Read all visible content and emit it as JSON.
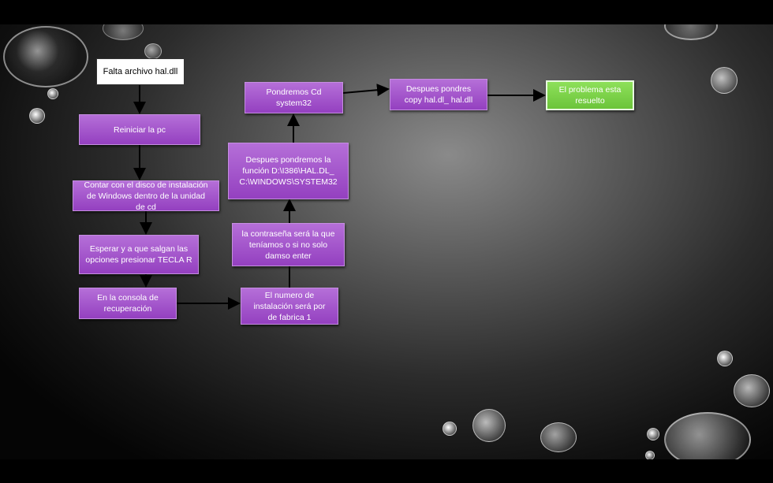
{
  "diagram": {
    "nodes": [
      {
        "id": "n1",
        "text": "Falta archivo hal.dll",
        "kind": "start"
      },
      {
        "id": "n2",
        "text": "Reiniciar la pc",
        "kind": "step"
      },
      {
        "id": "n3",
        "text": "Contar con el disco de instalación\nde Windows  dentro de la unidad\nde cd",
        "kind": "step"
      },
      {
        "id": "n4",
        "text": "Esperar y a que salgan las\nopciones presionar TECLA R",
        "kind": "step"
      },
      {
        "id": "n5",
        "text": "En la consola de\nrecuperación",
        "kind": "step"
      },
      {
        "id": "n6",
        "text": "El numero de\ninstalación será por\nde fabrica 1",
        "kind": "step"
      },
      {
        "id": "n7",
        "text": "la contraseña será la que\nteníamos o si no solo\ndamso enter",
        "kind": "step"
      },
      {
        "id": "n8",
        "text": "Despues pondremos la\nfunción D:\\I386\\HAL.DL_\nC:\\WINDOWS\\SYSTEM32",
        "kind": "step"
      },
      {
        "id": "n9",
        "text": "Pondremos Cd\nsystem32",
        "kind": "step"
      },
      {
        "id": "n10",
        "text": "Despues pondres\ncopy hal.dl_ hal.dll",
        "kind": "step"
      },
      {
        "id": "n11",
        "text": "El problema esta\nresuelto",
        "kind": "end"
      }
    ],
    "edges": [
      [
        "n1",
        "n2"
      ],
      [
        "n2",
        "n3"
      ],
      [
        "n3",
        "n4"
      ],
      [
        "n4",
        "n5"
      ],
      [
        "n5",
        "n6"
      ],
      [
        "n6",
        "n7"
      ],
      [
        "n7",
        "n8"
      ],
      [
        "n8",
        "n9"
      ],
      [
        "n9",
        "n10"
      ],
      [
        "n10",
        "n11"
      ]
    ]
  },
  "colors": {
    "step_fill": "#a55ad0",
    "end_fill": "#7cd048",
    "start_fill": "#ffffff",
    "arrow": "#000000"
  }
}
